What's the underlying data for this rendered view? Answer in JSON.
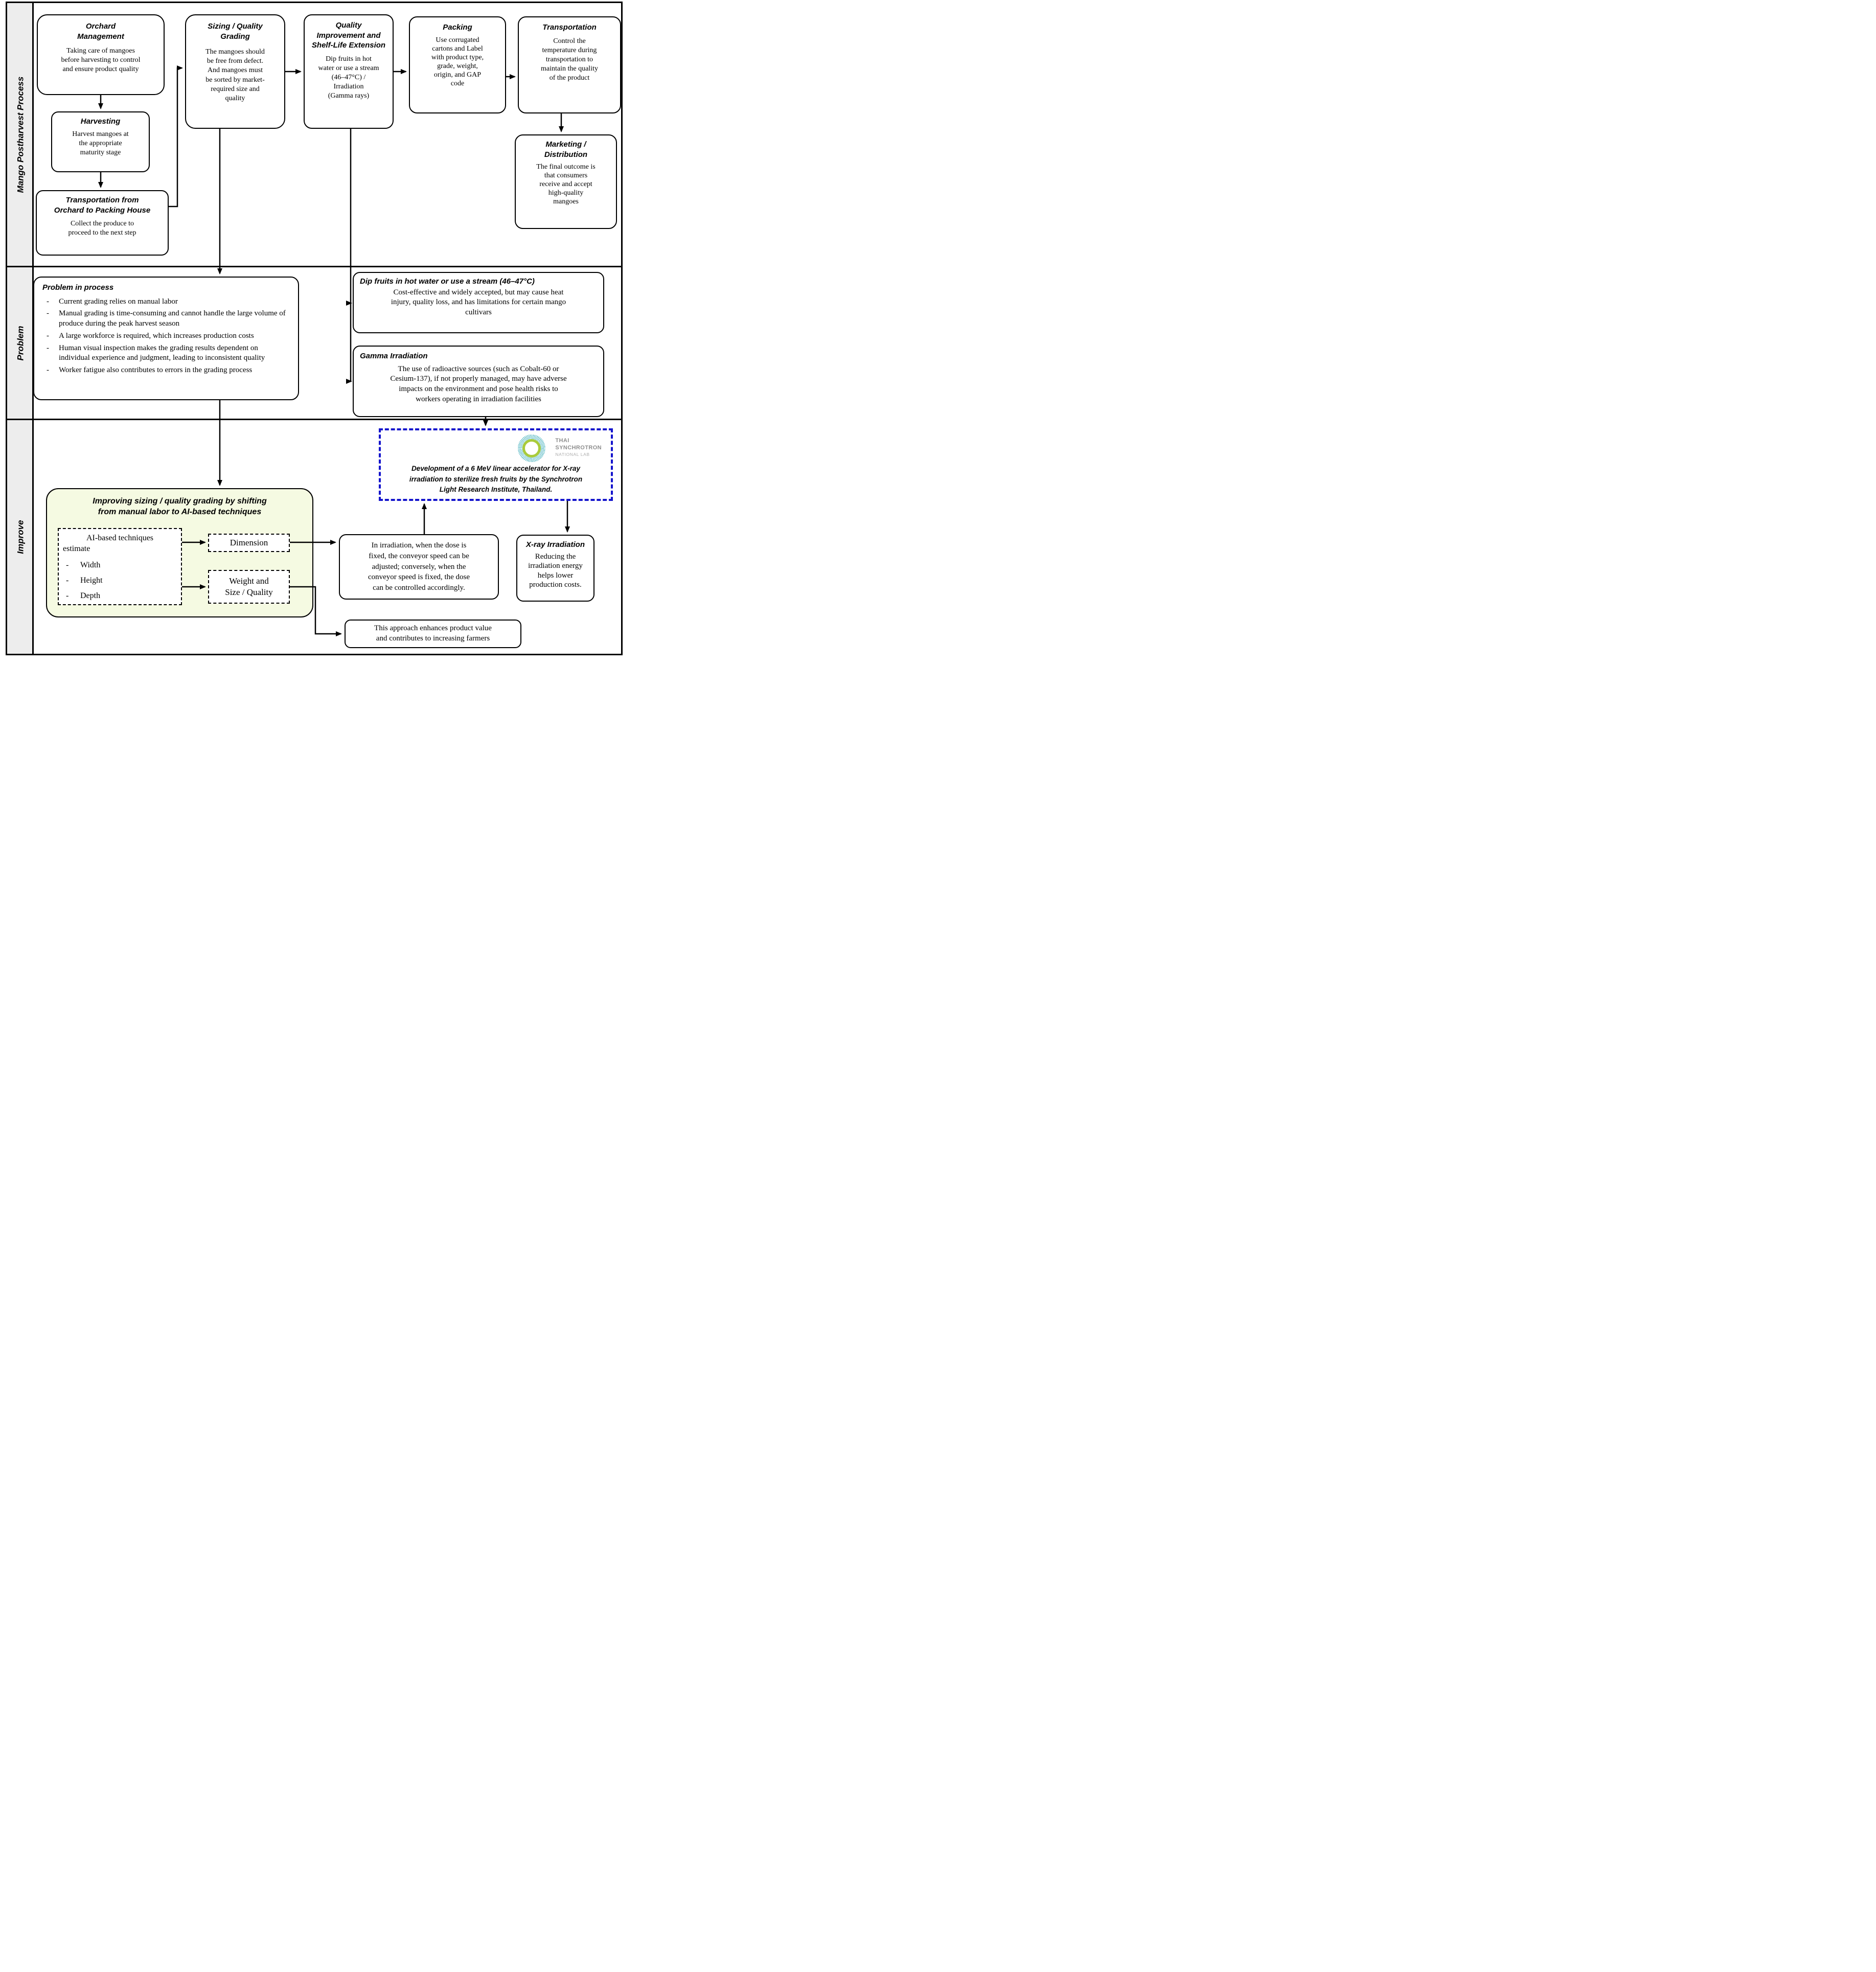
{
  "figure": {
    "type": "flowchart",
    "colors": {
      "accent_blue": "#1414CC",
      "green_fill": "#F5FAE2",
      "sidebar_fill": "#EDEDED",
      "logo_teal": "#45B0BD",
      "logo_green": "#A9CB3B",
      "logo_gray": "#8F8F8F"
    }
  },
  "sidebar": {
    "process_label": "Mango Postharvest Process",
    "problem_label": "Problem",
    "improve_label": "Improve"
  },
  "process": {
    "orchard": {
      "title": "Orchard\nManagement",
      "body": "Taking care of mangoes\nbefore harvesting to control\nand ensure product quality"
    },
    "harvesting": {
      "title": "Harvesting",
      "body": "Harvest mangoes at\nthe appropriate\nmaturity stage"
    },
    "transport_orchard": {
      "title": "Transportation from\nOrchard to Packing House",
      "body": "Collect the produce to\nproceed to the next step"
    },
    "sizing": {
      "title": "Sizing / Quality\nGrading",
      "body": "The mangoes should\nbe free from defect.\nAnd mangoes must\nbe sorted by market-\nrequired size and\nquality"
    },
    "quality": {
      "title": "Quality\nImprovement and\nShelf-Life Extension",
      "body": "Dip fruits in hot\nwater or use a stream\n(46–47°C) /\nIrradiation\n(Gamma rays)"
    },
    "packing": {
      "title": "Packing",
      "body": "Use corrugated\ncartons and Label\nwith product type,\ngrade, weight,\norigin, and GAP\ncode"
    },
    "transportation": {
      "title": "Transportation",
      "body": "Control the\ntemperature during\ntransportation to\nmaintain the quality\nof the product"
    },
    "marketing": {
      "title": "Marketing /\nDistribution",
      "body": "The final outcome is\nthat consumers\nreceive and accept\nhigh-quality\nmangoes"
    }
  },
  "problem": {
    "main": {
      "title": "Problem in process",
      "bullets": [
        "Current grading relies on manual labor",
        "Manual grading is time-consuming and cannot handle the large volume of produce during the peak harvest season",
        "A large workforce is required, which increases production costs",
        "Human visual inspection makes the grading results dependent on individual experience and judgment, leading to inconsistent quality",
        "Worker fatigue also contributes to errors in the grading process"
      ]
    },
    "dip": {
      "title": "Dip fruits in hot water or use a stream (46–47°C)",
      "body": "Cost-effective and widely accepted, but may cause heat\ninjury, quality loss, and has limitations for certain mango\ncultivars"
    },
    "gamma": {
      "title": "Gamma Irradiation",
      "body": "The use of radioactive sources (such as Cobalt-60 or\nCesium-137), if not properly managed, may have adverse\nimpacts on the environment and pose health risks to\nworkers operating in irradiation facilities"
    }
  },
  "improve": {
    "green": {
      "title": "Improving sizing / quality grading by shifting\nfrom manual labor to AI-based techniques"
    },
    "ai": {
      "line1": "AI-based techniques",
      "line2": "estimate",
      "items": [
        "Width",
        "Height",
        "Depth"
      ]
    },
    "dimension": {
      "label": "Dimension"
    },
    "weight": {
      "label": "Weight and\nSize / Quality"
    },
    "inirr": {
      "body": "In irradiation, when the dose is\nfixed, the conveyor speed can be\nadjusted; conversely, when the\nconveyor speed is fixed, the dose\ncan be controlled accordingly."
    },
    "synchrotron": {
      "logo_line1": "THAI",
      "logo_line2": "SYNCHROTRON",
      "logo_line3": "NATIONAL LAB",
      "body": "Development of a 6 MeV linear accelerator for X-ray\nirradiation to sterilize fresh fruits by the Synchrotron\nLight Research Institute, Thailand."
    },
    "xray": {
      "title": "X-ray Irradiation",
      "body": "Reducing the\nirradiation energy\nhelps lower\nproduction costs."
    },
    "approach": {
      "body": "This approach enhances product value\nand contributes to increasing farmers"
    }
  }
}
